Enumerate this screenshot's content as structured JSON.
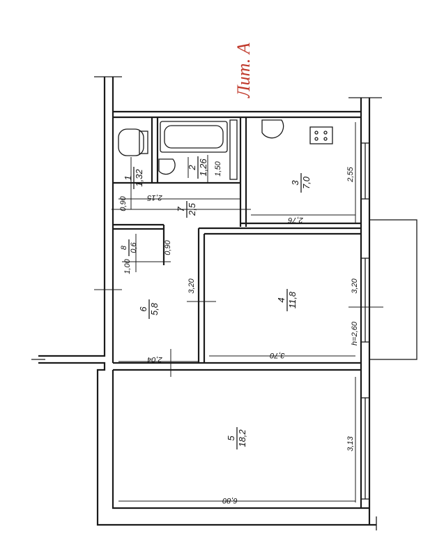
{
  "sheet_label": "Лит. А",
  "rooms": [
    {
      "num": "1",
      "area": "1,32"
    },
    {
      "num": "2",
      "area": "1,26"
    },
    {
      "num": "3",
      "area": "7,0"
    },
    {
      "num": "4",
      "area": "11,8"
    },
    {
      "num": "5",
      "area": "18,2"
    },
    {
      "num": "6",
      "area": "5,8"
    },
    {
      "num": "7",
      "area": "2,5"
    },
    {
      "num": "8",
      "area": "0,6"
    }
  ],
  "dimensions": {
    "d_090_bath": "0,90",
    "d_150": "1,50",
    "d_215": "2,15",
    "d_255": "2,55",
    "d_276": "2,76",
    "d_090_mid": "0,90",
    "d_100": "1,00",
    "d_320_left": "3,20",
    "d_320_right": "3,20",
    "d_370": "3,70",
    "d_204": "2,04",
    "d_313": "3,13",
    "d_680": "6,80",
    "height": "h=2,60"
  }
}
